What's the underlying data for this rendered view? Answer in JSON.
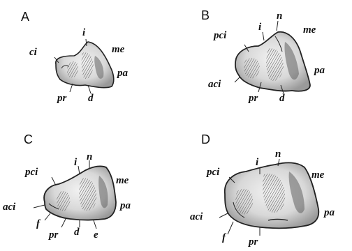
{
  "panels": [
    {
      "letter": "A",
      "labels": {
        "ci": "ci",
        "i": "i",
        "me": "me",
        "pa": "pa",
        "pr": "pr",
        "d": "d"
      }
    },
    {
      "letter": "B",
      "labels": {
        "pci": "pci",
        "i": "i",
        "n": "n",
        "me": "me",
        "aci": "aci",
        "pa": "pa",
        "pr": "pr",
        "d": "d"
      }
    },
    {
      "letter": "C",
      "labels": {
        "pci": "pci",
        "i": "i",
        "n": "n",
        "me": "me",
        "aci": "aci",
        "pa": "pa",
        "f": "f",
        "pr": "pr",
        "d": "d",
        "e": "e"
      }
    },
    {
      "letter": "D",
      "labels": {
        "pci": "pci",
        "i": "i",
        "n": "n",
        "me": "me",
        "aci": "aci",
        "pa": "pa",
        "f": "f",
        "pr": "pr"
      }
    }
  ]
}
